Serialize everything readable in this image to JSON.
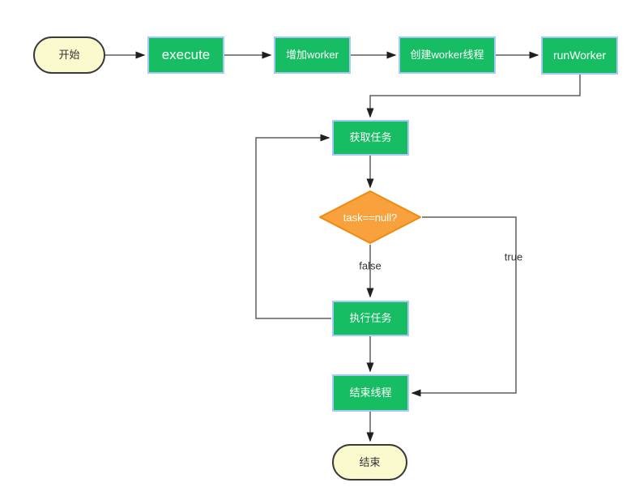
{
  "nodes": {
    "start": {
      "label": "开始",
      "type": "terminal"
    },
    "execute": {
      "label": "execute",
      "type": "process"
    },
    "add_worker": {
      "label": "增加worker",
      "type": "process"
    },
    "create_worker_thread": {
      "label": "创建worker线程",
      "type": "process"
    },
    "run_worker": {
      "label": "runWorker",
      "type": "process"
    },
    "get_task": {
      "label": "获取任务",
      "type": "process"
    },
    "task_null_check": {
      "label": "task==null?",
      "type": "decision"
    },
    "execute_task": {
      "label": "执行任务",
      "type": "process"
    },
    "end_thread": {
      "label": "结束线程",
      "type": "process"
    },
    "end": {
      "label": "结束",
      "type": "terminal"
    }
  },
  "edge_labels": {
    "false_branch": "false",
    "true_branch": "true"
  },
  "edges": [
    {
      "from": "start",
      "to": "execute"
    },
    {
      "from": "execute",
      "to": "add_worker"
    },
    {
      "from": "add_worker",
      "to": "create_worker_thread"
    },
    {
      "from": "create_worker_thread",
      "to": "run_worker"
    },
    {
      "from": "run_worker",
      "to": "get_task"
    },
    {
      "from": "get_task",
      "to": "task_null_check"
    },
    {
      "from": "task_null_check",
      "to": "execute_task",
      "label": "false"
    },
    {
      "from": "task_null_check",
      "to": "end_thread",
      "label": "true"
    },
    {
      "from": "execute_task",
      "to": "get_task"
    },
    {
      "from": "execute_task",
      "to": "end_thread"
    },
    {
      "from": "end_thread",
      "to": "end"
    }
  ],
  "colors": {
    "process_fill": "#17BD63",
    "selection_border": "#A7C9F8",
    "decision_fill": "#F9A13C",
    "decision_border": "#EF8B10",
    "terminal_fill": "#FBF9CE",
    "terminal_border": "#3A3A3A",
    "connector": "#5F5F5F",
    "arrowhead": "#1F1F1F",
    "edge_label_text": "#333333",
    "node_text": "#FFFFFF"
  }
}
